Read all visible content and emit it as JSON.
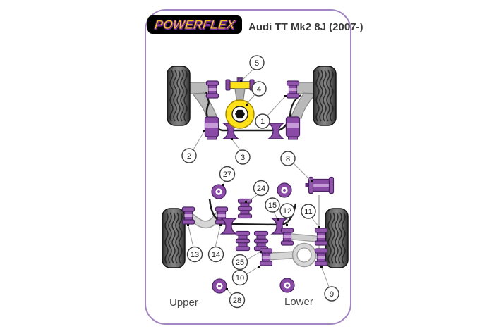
{
  "brand": {
    "logo_text": "POWERFLEX"
  },
  "header": {
    "title": "Audi TT Mk2 8J (2007-)"
  },
  "labels": {
    "upper": "Upper",
    "lower": "Lower"
  },
  "callouts": {
    "c1": "1",
    "c2": "2",
    "c3": "3",
    "c4": "4",
    "c5": "5",
    "c8": "8",
    "c9": "9",
    "c10": "10",
    "c11": "11",
    "c12": "12",
    "c13": "13",
    "c14": "14",
    "c15": "15",
    "c24": "24",
    "c25": "25",
    "c27": "27",
    "c28": "28"
  },
  "colors": {
    "card_border": "#a385c2",
    "bushing_purple": "#8a4ba6",
    "bushing_outline": "#4b2366",
    "highlight_yellow": "#ffe11a",
    "logo_yellow": "#ffd700",
    "logo_outline": "#7a2e99",
    "arm_gray": "#c9c9c9",
    "bar_black": "#1a1a1a"
  }
}
